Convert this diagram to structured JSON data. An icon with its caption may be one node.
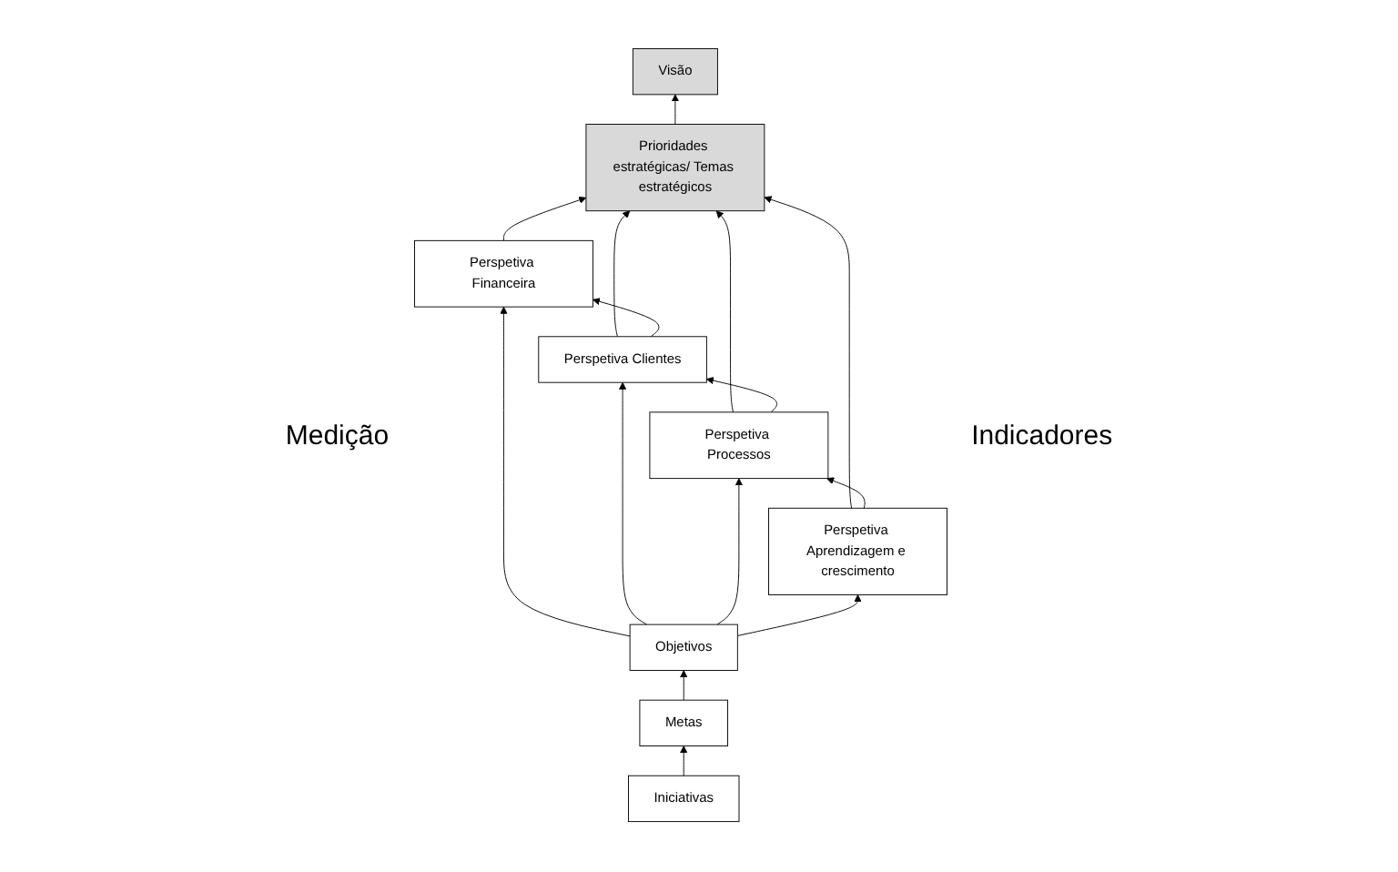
{
  "diagram": {
    "nodes": [
      {
        "text": [
          "Visão"
        ]
      },
      {
        "text": [
          "Prioridades estratégicas/ Temas estratégicos"
        ]
      },
      {
        "text": [
          "Perspetiva Financeira"
        ]
      },
      {
        "text": [
          "Perspetiva Clientes"
        ]
      },
      {
        "text": [
          "Perspetiva Processos"
        ]
      },
      {
        "text": [
          "Perspetiva Aprendizagem e crescimento"
        ]
      },
      {
        "text": [
          "Objetivos"
        ]
      },
      {
        "text": [
          "Metas"
        ]
      },
      {
        "text": [
          "Iniciativas"
        ]
      }
    ],
    "edges": [
      {
        "from": 1,
        "to": 0,
        "arrow": "to"
      },
      {
        "from": 2,
        "to": 1,
        "arrow": "to"
      },
      {
        "from": 3,
        "to": 1,
        "arrow": "to"
      },
      {
        "from": 4,
        "to": 1,
        "arrow": "to"
      },
      {
        "from": 5,
        "to": 1,
        "arrow": "to"
      },
      {
        "from": 3,
        "to": 2,
        "arrow": "to"
      },
      {
        "from": 4,
        "to": 3,
        "arrow": "to"
      },
      {
        "from": 5,
        "to": 4,
        "arrow": "to"
      },
      {
        "from": 6,
        "to": 2,
        "arrow": "to"
      },
      {
        "from": 6,
        "to": 3,
        "arrow": "to"
      },
      {
        "from": 6,
        "to": 4,
        "arrow": "to"
      },
      {
        "from": 6,
        "to": 5,
        "arrow": "to"
      },
      {
        "from": 7,
        "to": 6,
        "arrow": "to"
      },
      {
        "from": 8,
        "to": 7,
        "arrow": "to"
      }
    ],
    "labels": [
      "Medição",
      "Indicadores"
    ]
  }
}
